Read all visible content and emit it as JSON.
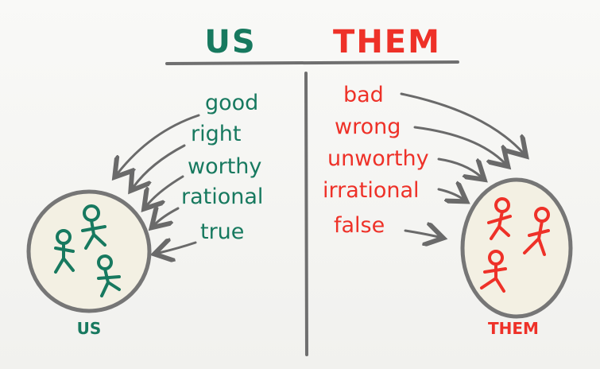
{
  "header": {
    "us": "US",
    "them": "THEM"
  },
  "us_words": [
    "good",
    "right",
    "worthy",
    "rational",
    "true"
  ],
  "them_words": [
    "bad",
    "wrong",
    "unworthy",
    "irrational",
    "false"
  ],
  "groups": {
    "us_label": "US",
    "them_label": "THEM"
  },
  "colors": {
    "us": "#17795f",
    "them": "#ee3128",
    "ink": "#6f6f6f"
  }
}
